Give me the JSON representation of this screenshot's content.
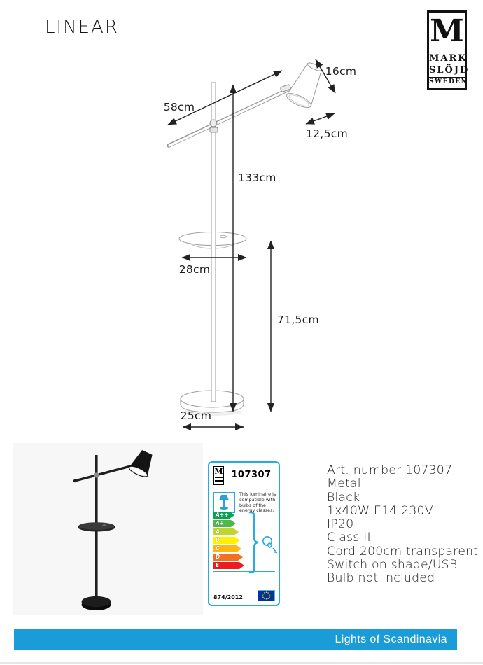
{
  "header": {
    "title": "LINEAR",
    "logo": {
      "m": "M",
      "mark": "MARK",
      "slojd": "SLÖJD",
      "sweden": "SWEDEN"
    }
  },
  "diagram": {
    "labels": {
      "arm_length": "58cm",
      "shade_height": "16cm",
      "shade_diameter": "12,5cm",
      "total_height": "133cm",
      "tray_diameter": "28cm",
      "column_height": "71,5cm",
      "base_diameter": "25cm"
    }
  },
  "energy_label": {
    "logo_m": "M",
    "article_number": "107307",
    "compatibility_text": "This luminaire is compatible with bulbs of the energy classes:",
    "classes": [
      {
        "label": "A++",
        "color": "#00a651"
      },
      {
        "label": "A+",
        "color": "#50b848"
      },
      {
        "label": "A",
        "color": "#bed630"
      },
      {
        "label": "B",
        "color": "#fff200"
      },
      {
        "label": "C",
        "color": "#fdb913"
      },
      {
        "label": "D",
        "color": "#f36f21"
      },
      {
        "label": "E",
        "color": "#ed1c24"
      }
    ],
    "regulation": "874/2012"
  },
  "specs": {
    "lines": [
      "Art. number 107307",
      "Metal",
      "Black",
      "1x40W E14 230V",
      "IP20",
      "Class II",
      "Cord 200cm transparent",
      "Switch on shade/USB",
      "Bulb not included"
    ]
  },
  "footer": {
    "text": "Lights of Scandinavia",
    "color": "#1a9cd8"
  }
}
